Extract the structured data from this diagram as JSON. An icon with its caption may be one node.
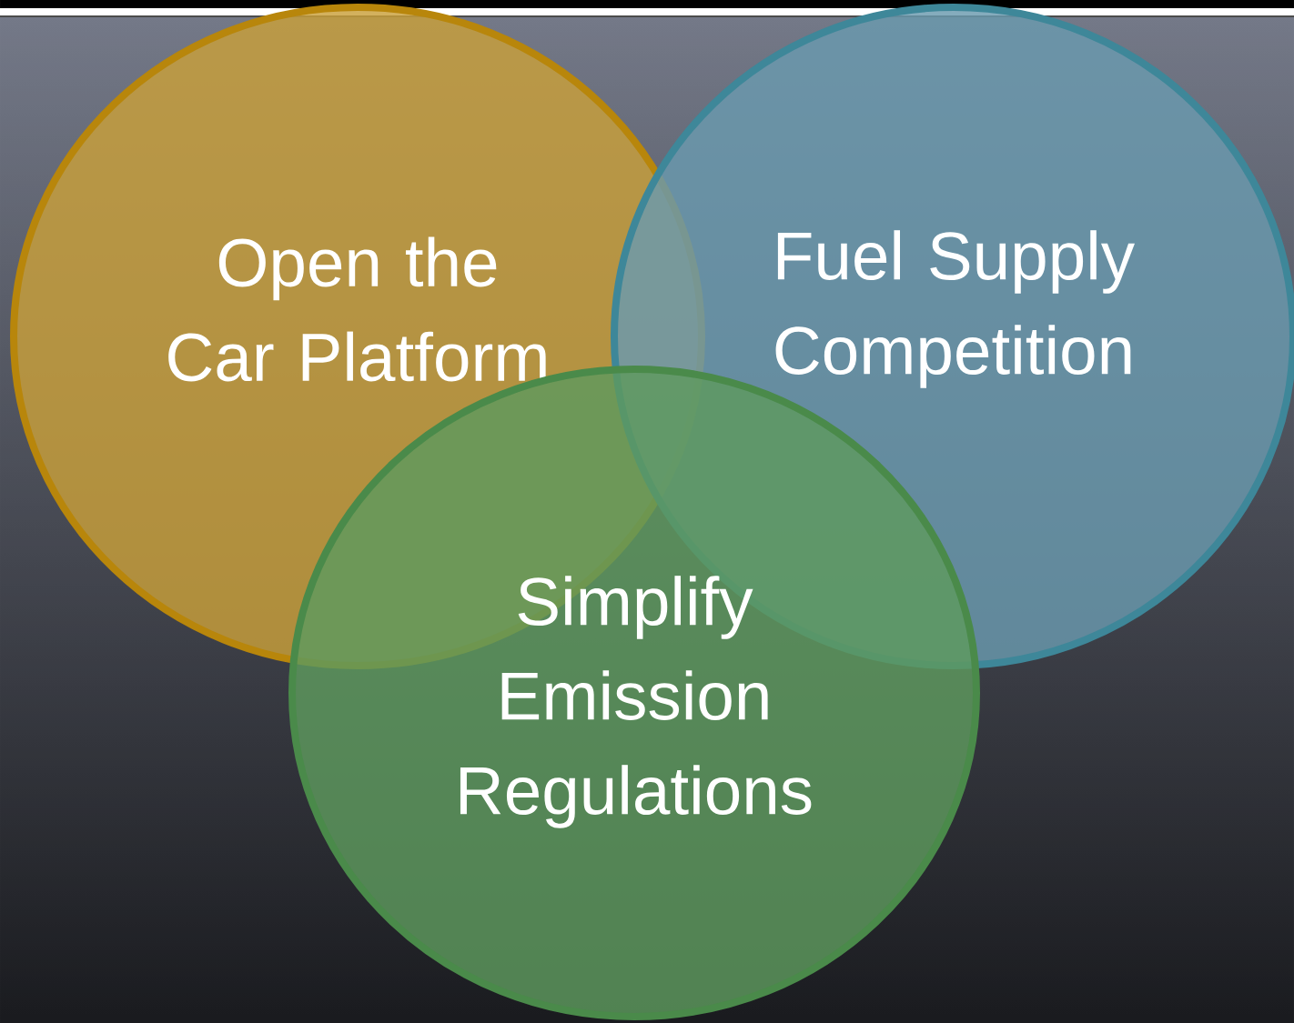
{
  "diagram": {
    "nodes": [
      {
        "text": [
          "Open the Car Platform"
        ]
      },
      {
        "text": [
          "Fuel Supply Competition"
        ]
      },
      {
        "text": [
          "Simplify Emission Regulations"
        ]
      }
    ]
  }
}
